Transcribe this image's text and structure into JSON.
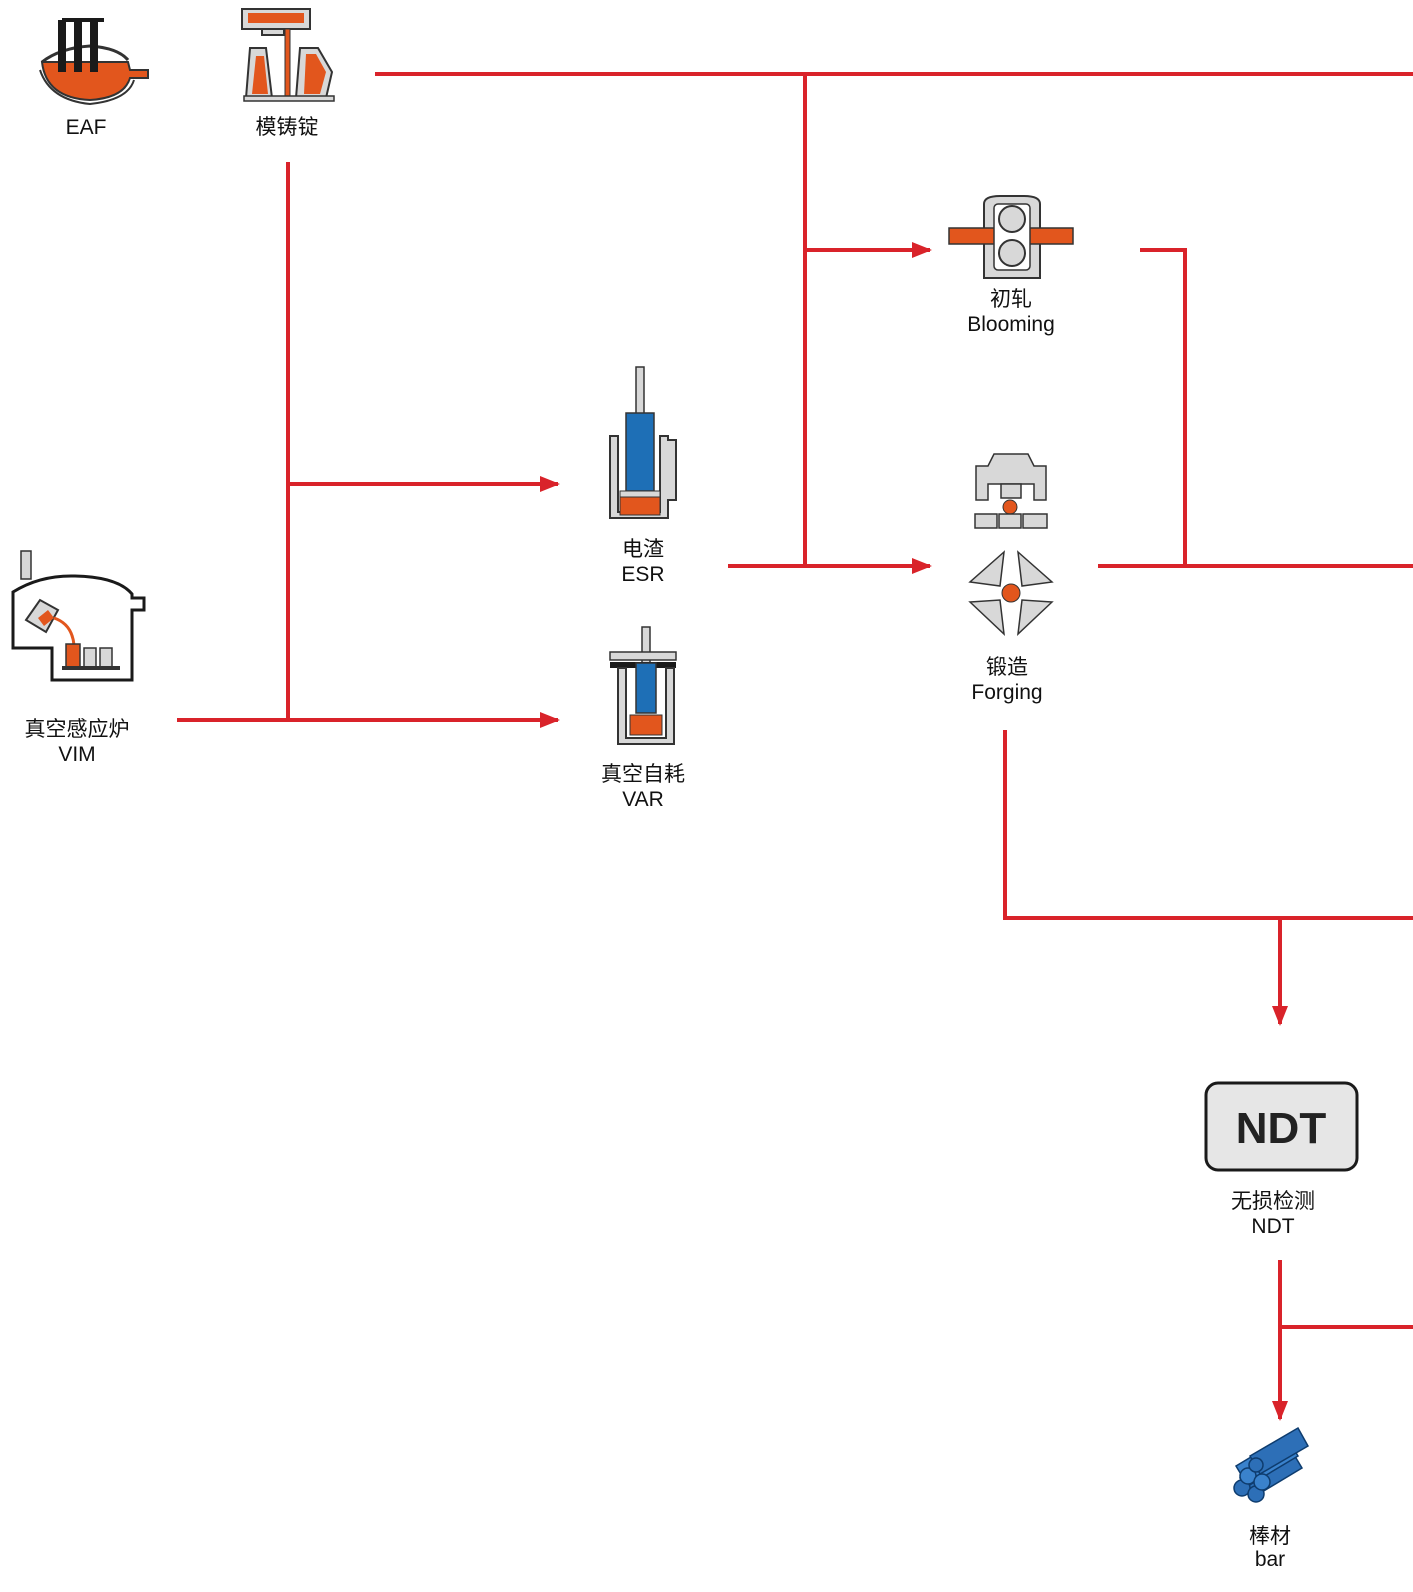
{
  "colors": {
    "flow_line": "#d9232a",
    "molten_metal": "#e2561d",
    "electrode": "#1e6fb6",
    "equipment_fill": "#d8d8d8",
    "equipment_stroke": "#333333",
    "bar_product": "#2d6fb7"
  },
  "stages": {
    "eaf": {
      "icon": "electric-arc-furnace-icon",
      "label_en": "EAF"
    },
    "ingot": {
      "icon": "ingot-casting-mold-icon",
      "label_cn": "模铸锭"
    },
    "vim": {
      "icon": "vacuum-induction-furnace-icon",
      "label_cn": "真空感应炉",
      "label_en": "VIM"
    },
    "esr": {
      "icon": "electroslag-remelting-icon",
      "label_cn": "电渣",
      "label_en": "ESR"
    },
    "var": {
      "icon": "vacuum-arc-remelting-icon",
      "label_cn": "真空自耗",
      "label_en": "VAR"
    },
    "blooming": {
      "icon": "rolling-mill-icon",
      "label_cn": "初轧",
      "label_en": "Blooming"
    },
    "forging": {
      "icon": "forging-press-icon",
      "label_cn": "锻造",
      "label_en": "Forging"
    },
    "ndt": {
      "icon": "ndt-box-icon",
      "box_text": "NDT",
      "label_cn": "无损检测",
      "label_en": "NDT"
    },
    "bar": {
      "icon": "steel-bars-icon",
      "label_cn": "棒材",
      "label_en": "bar"
    }
  }
}
